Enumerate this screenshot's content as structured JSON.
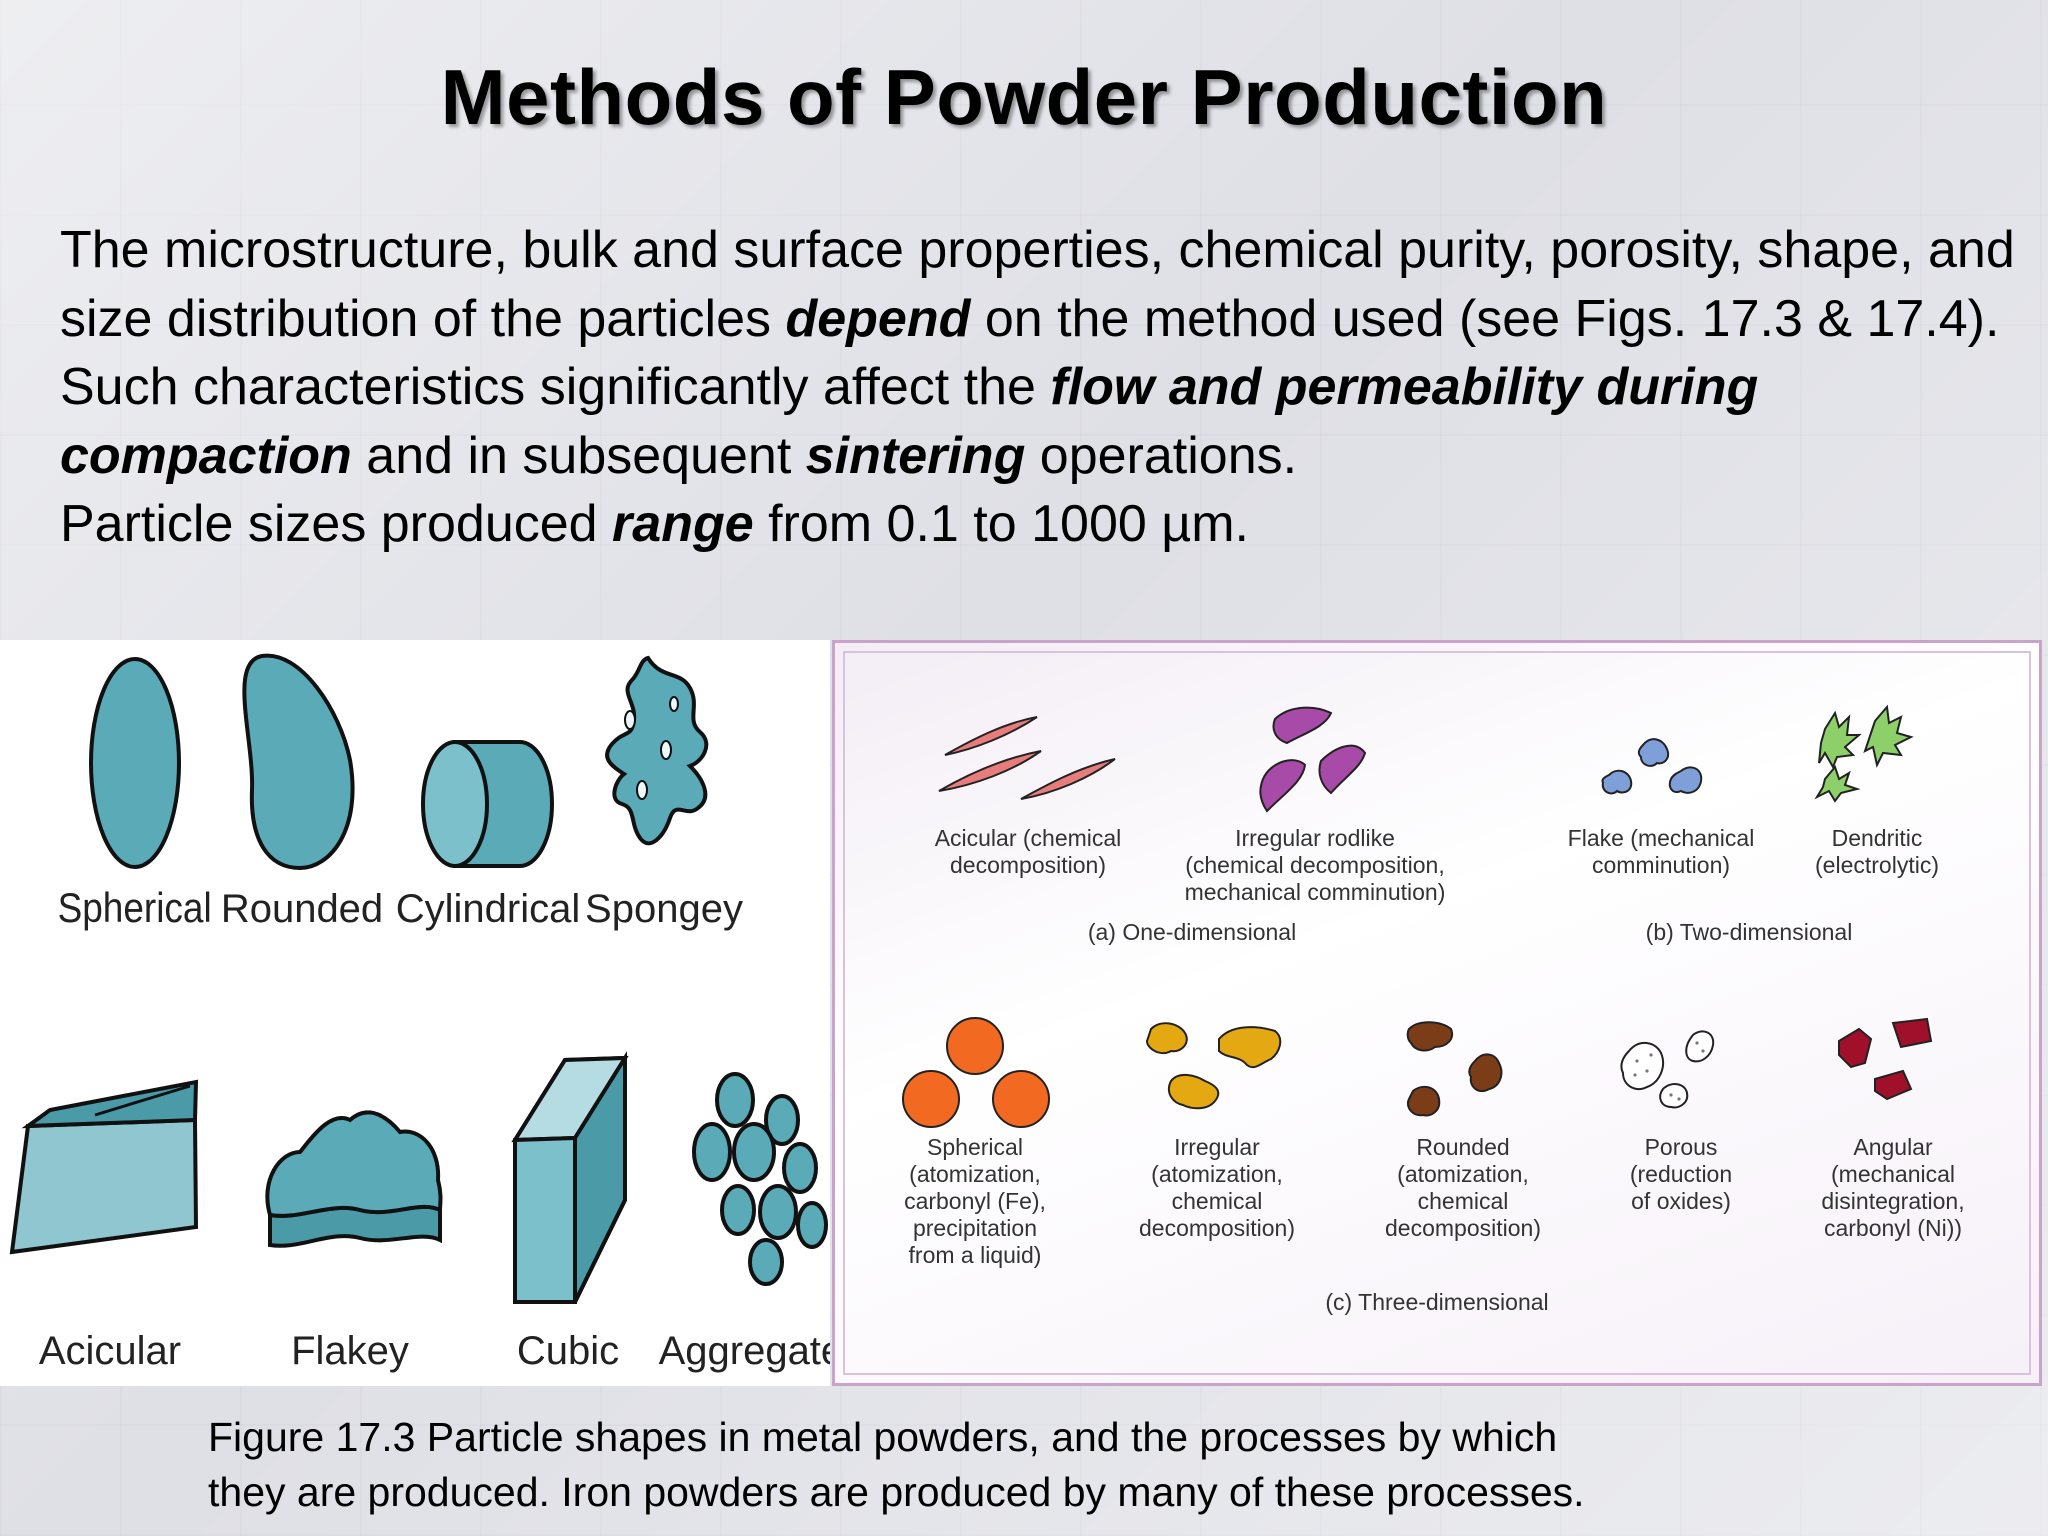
{
  "slide": {
    "title": "Methods of Powder Production",
    "para1": {
      "t1": "The microstructure, bulk and surface properties, chemical purity, porosity, shape, and size distribution of the particles ",
      "b1": "depend",
      "t2": " on the method used (see Figs.  17.3 & 17.4)."
    },
    "para2": {
      "t1": "Such characteristics significantly affect the ",
      "b1": "flow and permeability during compaction",
      "t2": " and in subsequent ",
      "b2": "sintering",
      "t3": "  operations."
    },
    "para3": {
      "t1": "Particle sizes produced ",
      "b1": "range",
      "t2": " from 0.1 to 1000 µm."
    }
  },
  "left_figure": {
    "shapes": [
      "Spherical",
      "Rounded",
      "Cylindrical",
      "Spongey",
      "Acicular",
      "Flakey",
      "Cubic",
      "Aggregated"
    ]
  },
  "right_figure": {
    "one_d": {
      "acicular": [
        "Acicular (chemical",
        "decomposition)"
      ],
      "rodlike": [
        "Irregular rodlike",
        "(chemical decomposition,",
        "mechanical comminution)"
      ],
      "label": "(a) One-dimensional"
    },
    "two_d": {
      "flake": [
        "Flake (mechanical",
        "comminution)"
      ],
      "dendritic": [
        "Dendritic",
        "(electrolytic)"
      ],
      "label": "(b) Two-dimensional"
    },
    "three_d": {
      "spherical": [
        "Spherical",
        "(atomization,",
        "carbonyl (Fe),",
        "precipitation",
        "from a liquid)"
      ],
      "irregular": [
        "Irregular",
        "(atomization,",
        "chemical",
        "decomposition)"
      ],
      "rounded": [
        "Rounded",
        "(atomization,",
        "chemical",
        "decomposition)"
      ],
      "porous": [
        "Porous",
        "(reduction",
        "of oxides)"
      ],
      "angular": [
        "Angular",
        "(mechanical",
        "disintegration,",
        "carbonyl (Ni))"
      ],
      "label": "(c) Three-dimensional"
    }
  },
  "caption": {
    "line1": "Figure 17.3  Particle shapes in metal powders, and the processes by which",
    "line2": "they are produced.  Iron powders are produced by many of these processes."
  },
  "colors": {
    "shape_fill": "#5aaab8",
    "acicular": "#e77c7c",
    "rodlike": "#a84aa8",
    "flake": "#7f9fd8",
    "dendritic": "#8dd06a",
    "spherical": "#f26a21",
    "irregular": "#e3a812",
    "rounded": "#7a3d17",
    "angular": "#a0102a"
  }
}
